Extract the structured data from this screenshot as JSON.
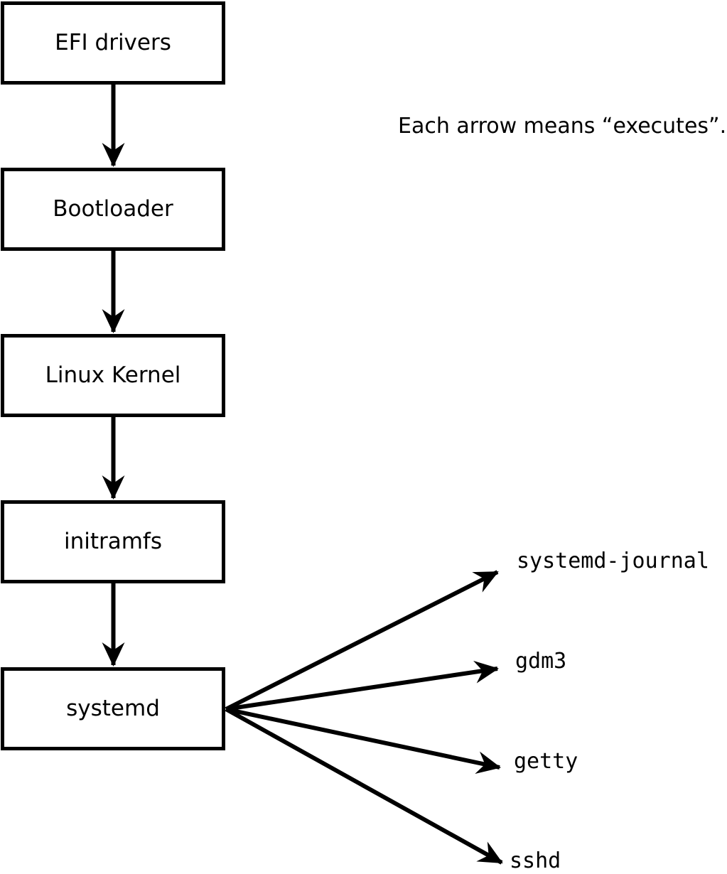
{
  "diagram": {
    "note": "Each arrow means “executes”.",
    "arrow_meaning": "executes",
    "boot_chain": [
      {
        "id": "efi-drivers",
        "label": "EFI drivers"
      },
      {
        "id": "bootloader",
        "label": "Bootloader"
      },
      {
        "id": "linux-kernel",
        "label": "Linux Kernel"
      },
      {
        "id": "initramfs",
        "label": "initramfs"
      },
      {
        "id": "systemd",
        "label": "systemd"
      }
    ],
    "spawned_processes": [
      {
        "id": "systemd-journal",
        "label": "systemd-journal"
      },
      {
        "id": "gdm3",
        "label": "gdm3"
      },
      {
        "id": "getty",
        "label": "getty"
      },
      {
        "id": "sshd",
        "label": "sshd"
      }
    ],
    "colors": {
      "background": "#ffffff",
      "stroke": "#000000",
      "text": "#000000"
    }
  }
}
